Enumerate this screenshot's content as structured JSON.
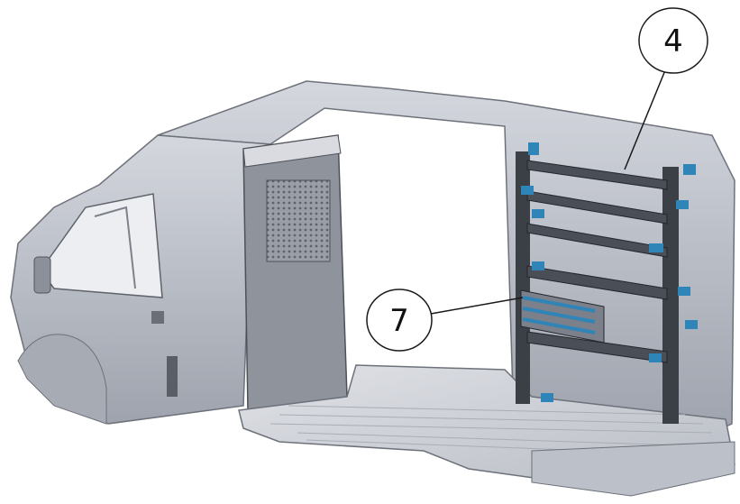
{
  "callouts": [
    {
      "id": "callout-4",
      "label": "4"
    },
    {
      "id": "callout-7",
      "label": "7"
    }
  ],
  "colors": {
    "body": "#b9bdc6",
    "body_dark": "#8e939e",
    "body_light": "#dcdfe5",
    "partition_mesh": "#6f737c",
    "shelf_frame": "#3b3f46",
    "shelf_accent": "#2f84b8",
    "floor": "#cfd2d8",
    "line": "#1a1a1a"
  }
}
